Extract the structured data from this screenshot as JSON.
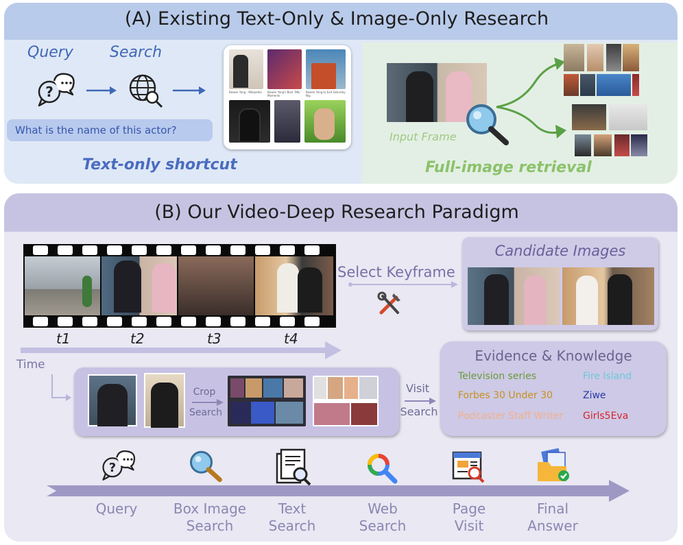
{
  "panel_a": {
    "title": "(A) Existing Text-Only & Image-Only Research",
    "query_label": "Query",
    "search_label": "Search",
    "question": "What is the name of this actor?",
    "text_only_label": "Text-only shortcut",
    "input_frame_label": "Input Frame",
    "full_image_label": "Full-image retrieval",
    "search_captions": [
      "Bowen Yang - Wikipedia",
      "Bowen Yang's Best 'SNL' Moments",
      "Bowen Yang to Exit Saturday Nig"
    ]
  },
  "panel_b": {
    "title": "(B) Our Video-Deep Research Paradigm",
    "time_labels": [
      "t1",
      "t2",
      "t3",
      "t4"
    ],
    "time_axis_label": "Time",
    "select_keyframe": "Select Keyframe",
    "candidate_images": "Candidate Images",
    "crop_label": "Crop",
    "crop_search_label": "Search",
    "visit_label": "Visit",
    "visit_search_label": "Search",
    "evidence_title": "Evidence & Knowledge",
    "evidence_items": [
      {
        "text": "Television series",
        "color": "#6a9a3a"
      },
      {
        "text": "Fire Island",
        "color": "#6cc8d8"
      },
      {
        "text": "Forbes 30 Under 30",
        "color": "#c8901e"
      },
      {
        "text": "Ziwe",
        "color": "#2a3aa8"
      },
      {
        "text": "Podcaster Staff Writer",
        "color": "#f3b089"
      },
      {
        "text": "Girls5Eva",
        "color": "#d6242a"
      }
    ]
  },
  "tools": {
    "query": [
      "Query"
    ],
    "box_image_search": [
      "Box Image",
      "Search"
    ],
    "text_search": [
      "Text",
      "Search"
    ],
    "web_search": [
      "Web",
      "Search"
    ],
    "page_visit": [
      "Page",
      "Visit"
    ],
    "final_answer": [
      "Final",
      "Answer"
    ]
  },
  "icons": [
    "question-chat-icon",
    "globe-search-icon",
    "magnifier-icon",
    "tools-icon",
    "document-search-icon",
    "google-search-icon",
    "web-page-icon",
    "folder-check-icon"
  ]
}
